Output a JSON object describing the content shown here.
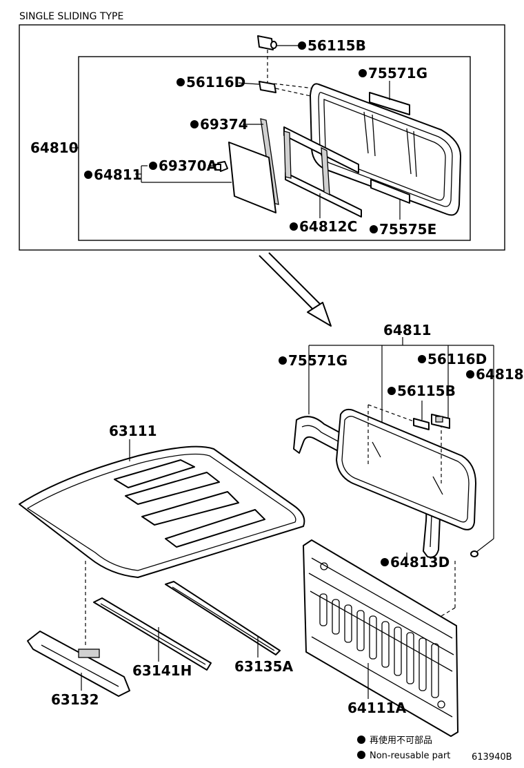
{
  "title": "SINGLE SLIDING TYPE",
  "doc_id": "613940B",
  "legend": {
    "line1": "再使用不可部品",
    "line2": "Non-reusable part",
    "marker": "filled-circle"
  },
  "parts": {
    "p56115B_top": "56115B",
    "p56116D_top": "56116D",
    "p75571G_top": "75571G",
    "p69374": "69374",
    "p64810": "64810",
    "p64811_top": "64811",
    "p69370A": "69370A",
    "p64812C": "64812C",
    "p75575E": "75575E",
    "p64811_low": "64811",
    "p75571G_low": "75571G",
    "p56116D_low": "56116D",
    "p64818": "64818",
    "p56115B_low": "56115B",
    "p63111": "63111",
    "p64813D": "64813D",
    "p63141H": "63141H",
    "p63135A": "63135A",
    "p63132": "63132",
    "p64111A": "64111A"
  }
}
